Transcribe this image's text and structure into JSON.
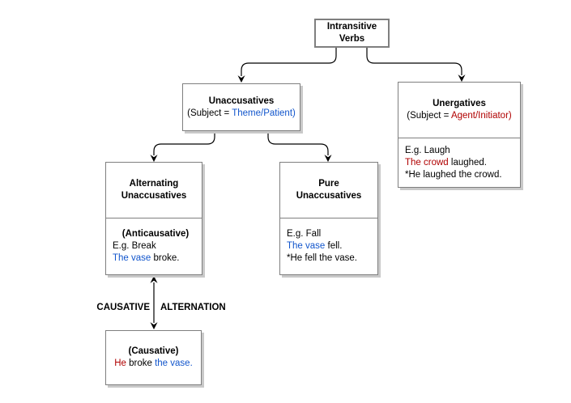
{
  "colors": {
    "blue": "#1155cc",
    "red": "#b00000",
    "border": "#7f7f7f",
    "shadow": "#c9c9c9",
    "line": "#000000",
    "text": "#000000",
    "bg": "#ffffff"
  },
  "diagram": {
    "root": {
      "title": "Intransitive Verbs"
    },
    "unaccusatives": {
      "title": "Unaccusatives",
      "subject_prefix": "(Subject = ",
      "subject_value": "Theme/Patient)"
    },
    "unergatives": {
      "title": "Unergatives",
      "subject_prefix": "(Subject = ",
      "subject_value": "Agent/Initiator)",
      "example": "E.g. Laugh",
      "s1_subject": "The crowd",
      "s1_rest": " laughed.",
      "s2": "*He laughed the crowd."
    },
    "alternating": {
      "title": "Alternating Unaccusatives",
      "label": "(Anticausative)",
      "example": "E.g. Break",
      "s1_subject": "The vase",
      "s1_rest": " broke."
    },
    "pure": {
      "title": "Pure Unaccusatives",
      "example": "E.g. Fall",
      "s1_subject": "The vase",
      "s1_rest": " fell.",
      "s2": "*He fell the vase."
    },
    "causative": {
      "label": "(Causative)",
      "s1_subject": "He",
      "s1_mid": " broke ",
      "s1_object": "the vase."
    },
    "alternation_label_left": "CAUSATIVE",
    "alternation_label_right": "ALTERNATION"
  }
}
